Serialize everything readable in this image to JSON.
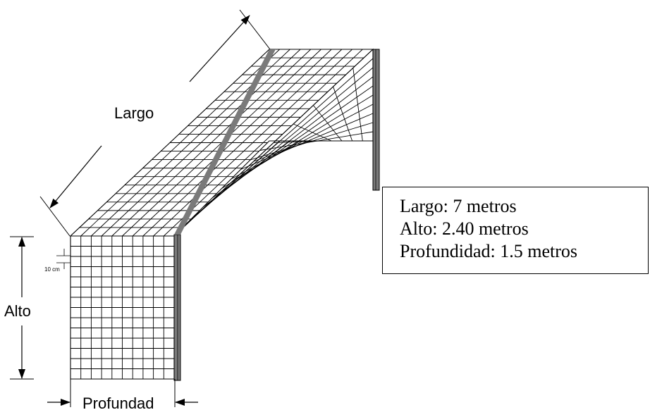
{
  "diagram": {
    "labels": {
      "largo": "Largo",
      "alto": "Alto",
      "profundad": "Profundad",
      "mesh": "10 cm"
    }
  },
  "specs": {
    "largo": "Largo: 7 metros",
    "alto": "Alto: 2.40 metros",
    "profundidad": "Profundidad: 1.5 metros"
  }
}
